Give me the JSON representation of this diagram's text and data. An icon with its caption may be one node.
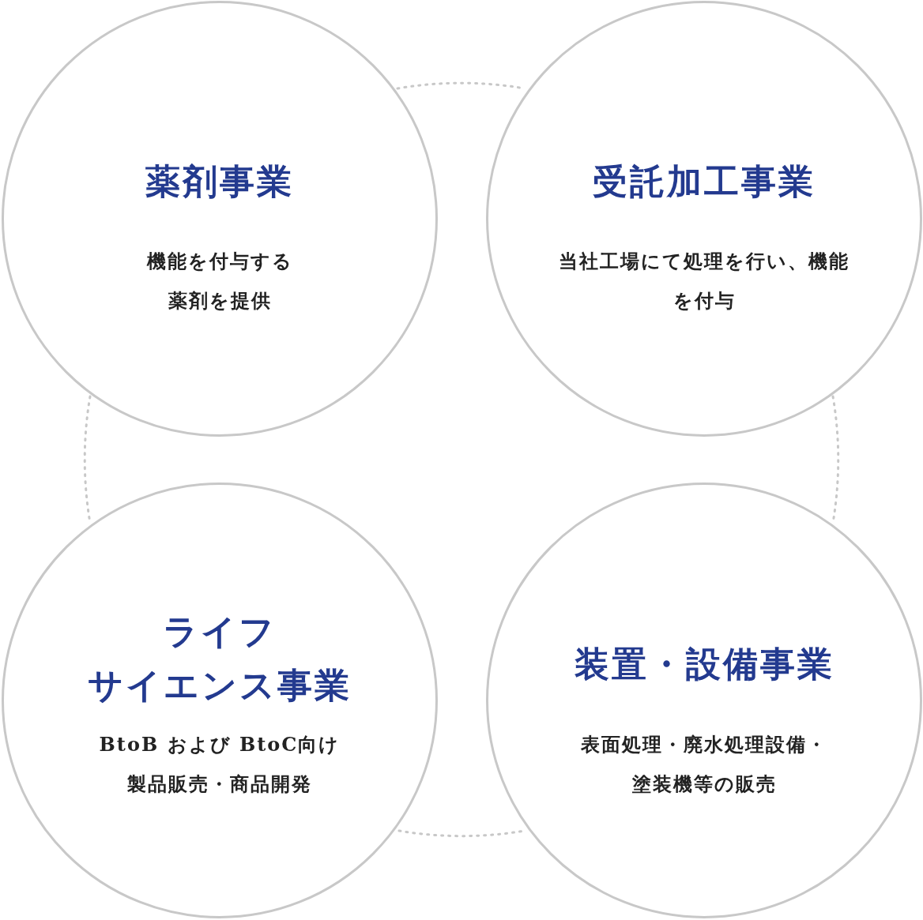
{
  "diagram": {
    "nodes": [
      {
        "text": [
          "薬剤事業",
          "機能を付与する薬剤を提供"
        ]
      },
      {
        "text": [
          "受託加工事業",
          "当社工場にて処理を行い、機能を付与"
        ]
      },
      {
        "text": [
          "ライフサイエンス事業",
          "BtoB および BtoC向け製品販売・商品開発"
        ]
      },
      {
        "text": [
          "装置・設備事業",
          "表面処理・廃水処理設備・塗装機等の販売"
        ]
      }
    ],
    "edges": [
      {
        "from": 0,
        "to": 1,
        "arrow": "none",
        "style": "dashed"
      },
      {
        "from": 1,
        "to": 3,
        "arrow": "none",
        "style": "dashed"
      },
      {
        "from": 2,
        "to": 3,
        "arrow": "none",
        "style": "dashed"
      },
      {
        "from": 0,
        "to": 2,
        "arrow": "none",
        "style": "dashed"
      }
    ]
  }
}
